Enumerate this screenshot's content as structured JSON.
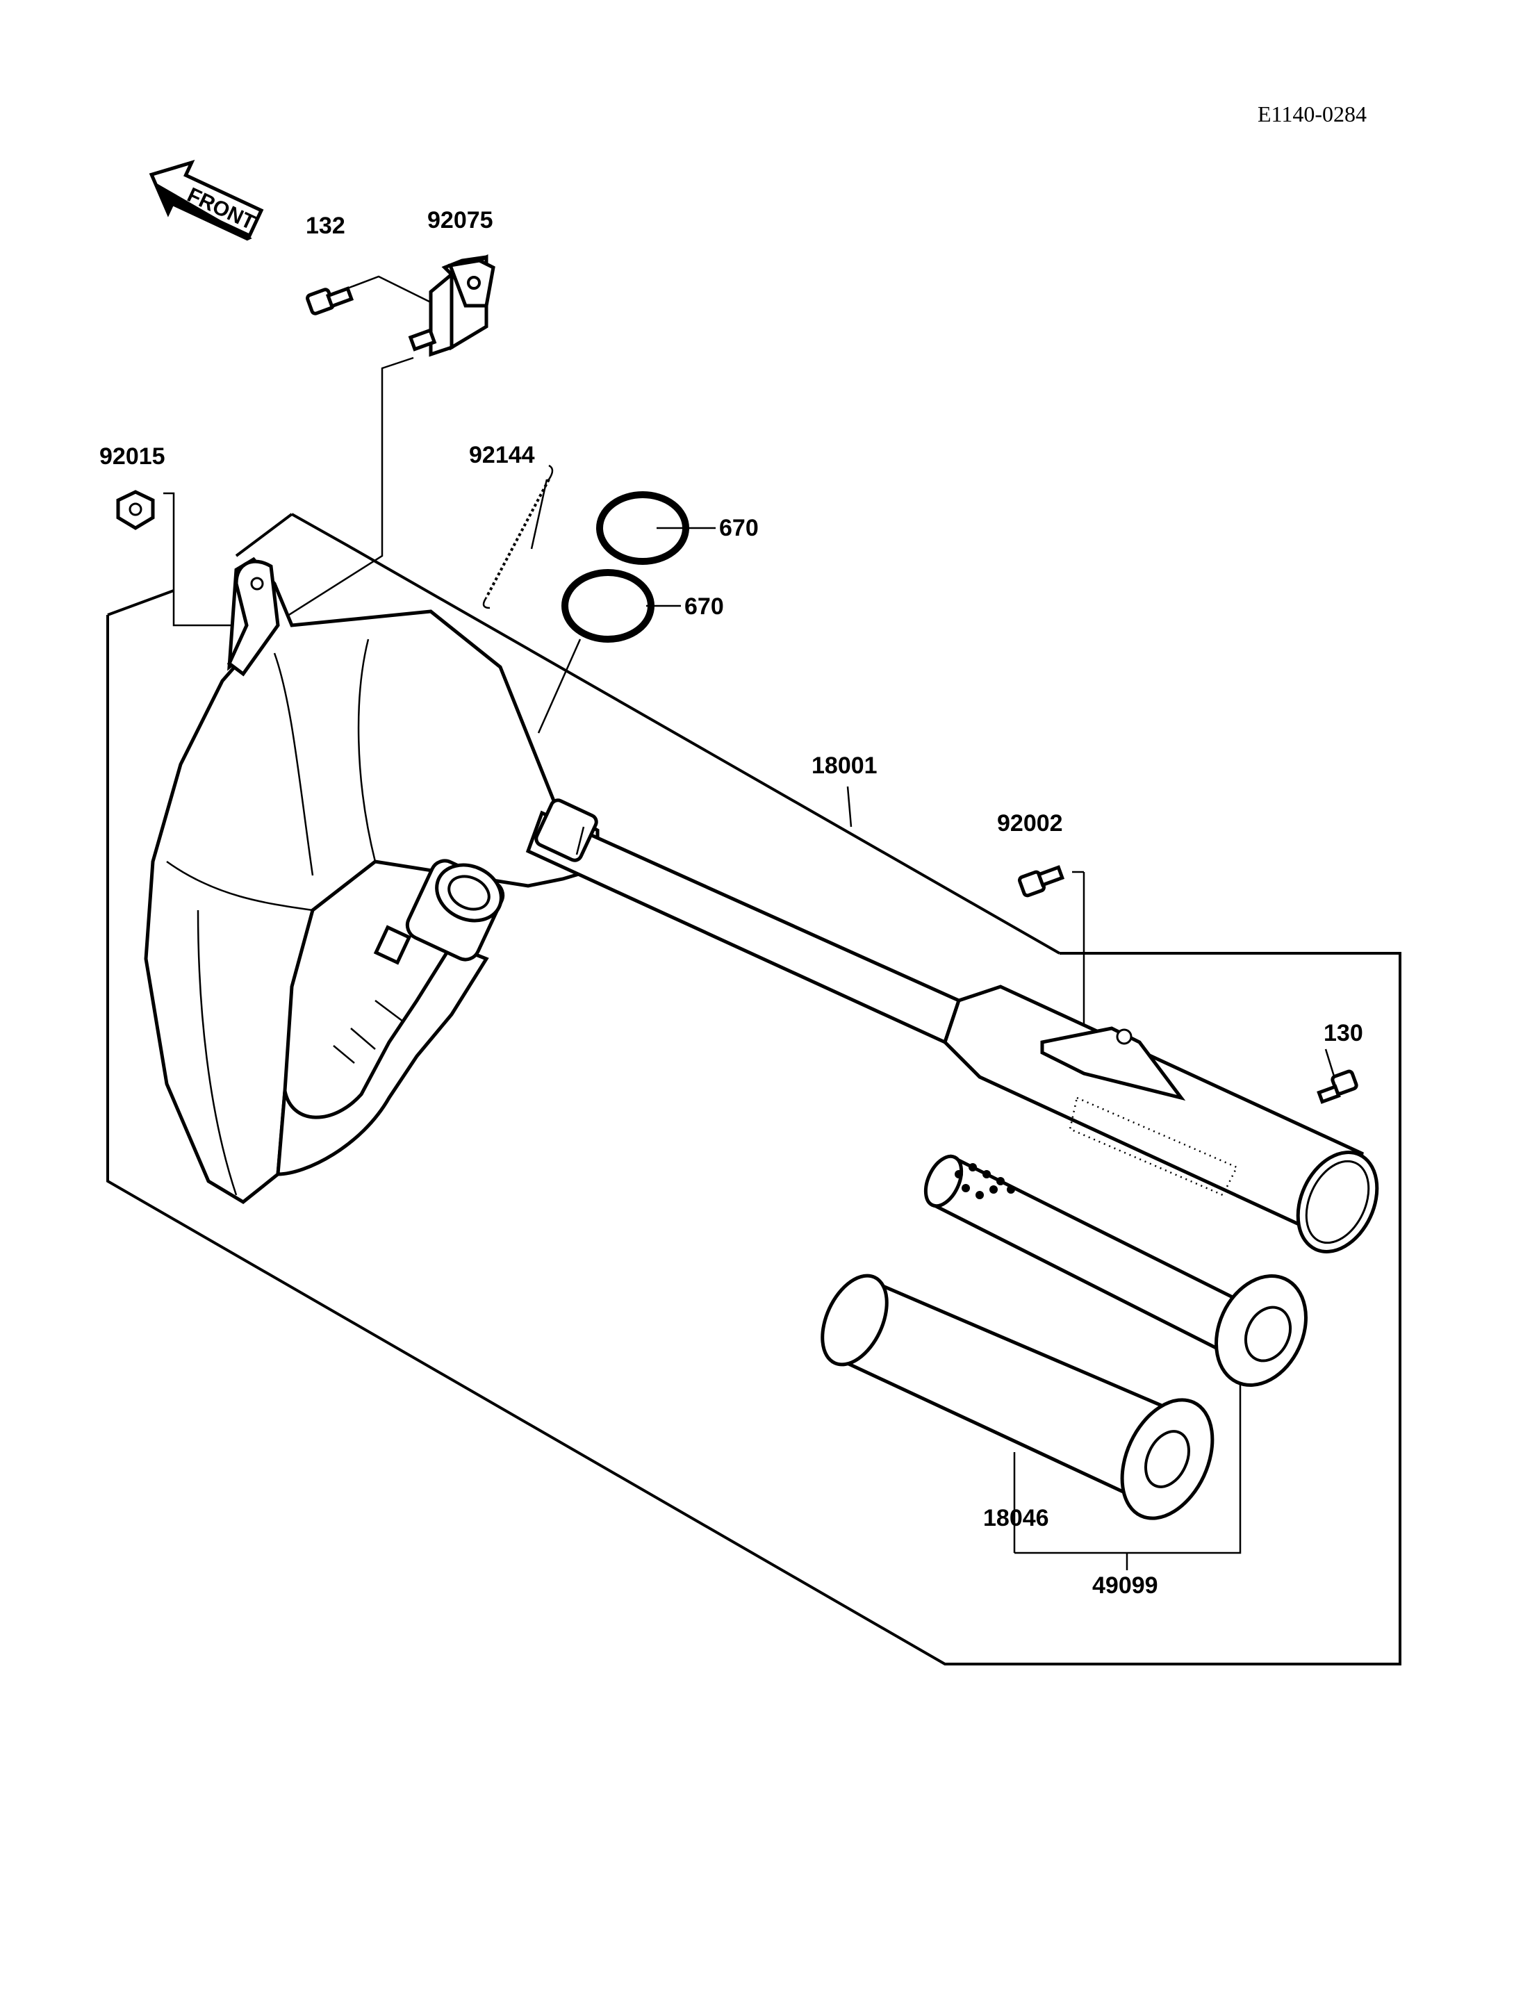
{
  "drawing_id": "E1140-0284",
  "front_arrow_label": "FRONT",
  "part_refs": {
    "p132": "132",
    "p92075": "92075",
    "p92015": "92015",
    "p92144": "92144",
    "p670_top": "670",
    "p670_bottom": "670",
    "p18001": "18001",
    "p92002": "92002",
    "p130": "130",
    "p18046": "18046",
    "p49099": "49099"
  }
}
